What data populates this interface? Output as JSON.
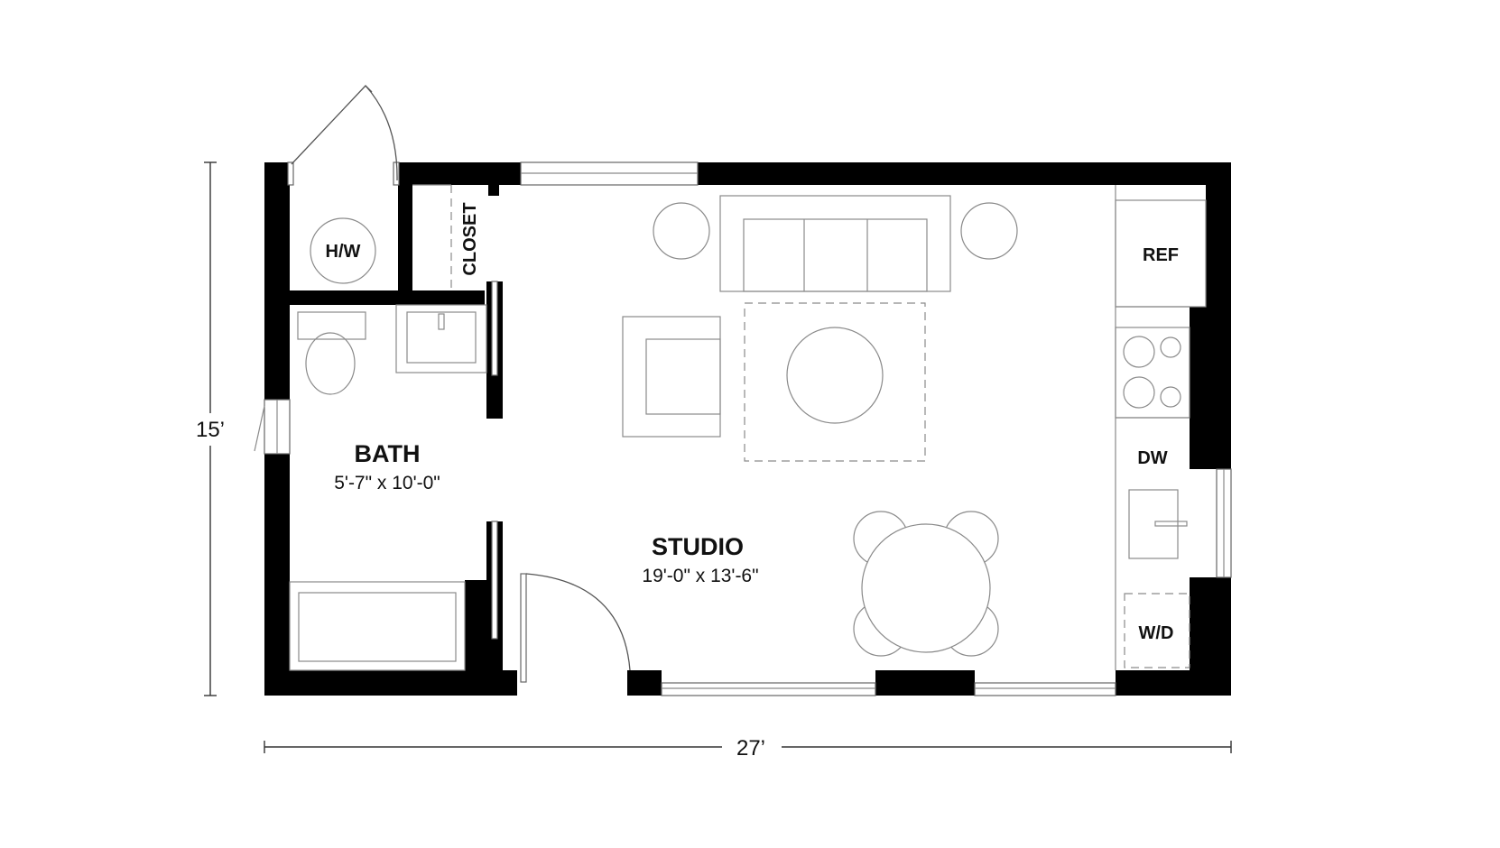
{
  "rooms": {
    "bath": {
      "name": "BATH",
      "dimensions": "5'-7\" x 10'-0\""
    },
    "studio": {
      "name": "STUDIO",
      "dimensions": "19'-0\" x 13'-6\""
    }
  },
  "fixtures": {
    "water_heater": "H/W",
    "closet": "CLOSET",
    "refrigerator": "REF",
    "dishwasher": "DW",
    "washer_dryer": "W/D"
  },
  "overall_dimensions": {
    "height": "15’",
    "width": "27’"
  }
}
